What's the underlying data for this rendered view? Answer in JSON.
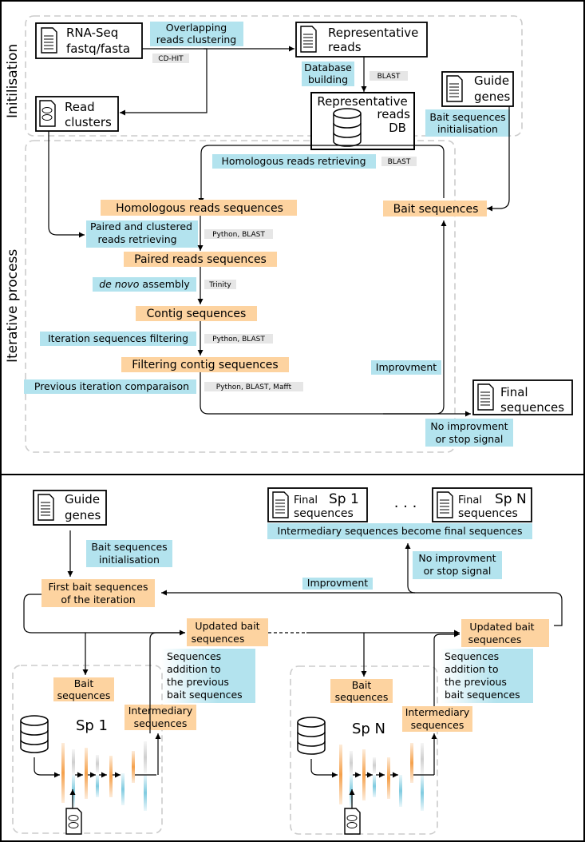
{
  "top": {
    "section_initialisation": "Initilisation",
    "section_iterative": "Iterative process",
    "rnaseq_line1": "RNA-Seq",
    "rnaseq_line2": "fastq/fasta",
    "overlap_line1": "Overlapping",
    "overlap_line2": "reads clustering",
    "cdhit": "CD-HIT",
    "rep_reads_line1": "Representative",
    "rep_reads_line2": "reads",
    "db_building_line1": "Database",
    "db_building_line2": "building",
    "blast1": "BLAST",
    "read_clusters_line1": "Read",
    "read_clusters_line2": "clusters",
    "repdb_line1": "Representative",
    "repdb_line2": "reads",
    "repdb_line3": "DB",
    "guide_line1": "Guide",
    "guide_line2": "genes",
    "bait_init_line1": "Bait sequences",
    "bait_init_line2": "initialisation",
    "homologous_retrieving": "Homologous reads retrieving",
    "blast2": "BLAST",
    "homologous_sequences": "Homologous reads sequences",
    "bait_sequences": "Bait sequences",
    "paired_clustered_line1": "Paired and clustered",
    "paired_clustered_line2": "reads retrieving",
    "python_blast1": "Python, BLAST",
    "paired_reads_sequences": "Paired reads sequences",
    "de_novo_italic": "de novo",
    "assembly": " assembly",
    "trinity": "Trinity",
    "contig_sequences": "Contig sequences",
    "iteration_filtering": "Iteration sequences filtering",
    "python_blast2": "Python, BLAST",
    "filtering_contig": "Filtering contig sequences",
    "improvment1": "Improvment",
    "previous_comparison": "Previous iteration comparaison",
    "python_blast_mafft": "Python, BLAST, Mafft",
    "final_line1": "Final",
    "final_line2": "sequences",
    "no_improv_line1": "No improvment",
    "no_improv_line2": "or stop signal"
  },
  "bottom": {
    "guide_line1": "Guide",
    "guide_line2": "genes",
    "final_sp1_word": "Final",
    "final_sp1_seq": "sequences",
    "sp1_label": "Sp 1",
    "dots": ". . .",
    "final_spn_word": "Final",
    "final_spn_seq": "sequences",
    "spn_label": "Sp N",
    "intermediary_become_final": "Intermediary sequences become final sequences",
    "bait_init_line1": "Bait sequences",
    "bait_init_line2": "initialisation",
    "no_improv_line1": "No improvment",
    "no_improv_line2": "or stop signal",
    "improvment": "Improvment",
    "first_bait_line1": "First bait sequences",
    "first_bait_line2": "of the iteration",
    "updated_bait_line1": "Updated bait",
    "updated_bait_line2": "sequences",
    "seq_add_line1": "Sequences",
    "seq_add_line2": "addition to",
    "seq_add_line3": "the previous",
    "seq_add_line4": "bait sequences",
    "bait_line1": "Bait",
    "bait_line2": "sequences",
    "intermediary_line1": "Intermediary",
    "intermediary_line2": "sequences",
    "sp1": "Sp 1",
    "spn": "Sp N"
  },
  "colors": {
    "blue_highlight": "#b3e3ee",
    "orange_highlight": "#fdd3a0",
    "gray_tag": "#e6e6e6",
    "dashed_border": "#cccccc",
    "orange_bar": "#f5a04a",
    "blue_bar": "#7fcbe0",
    "gray_bar": "#cfcfcf"
  }
}
